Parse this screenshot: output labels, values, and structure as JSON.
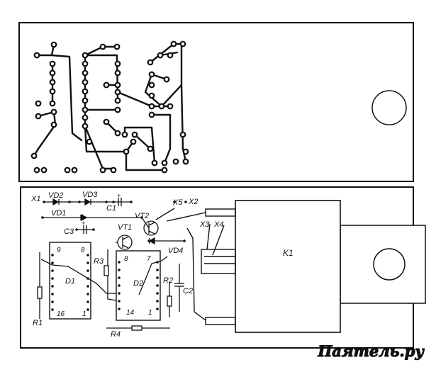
{
  "colors": {
    "ink": "#111111",
    "paper": "#ffffff"
  },
  "labels": {
    "x1": "X1",
    "vd2": "VD2",
    "vd3": "VD3",
    "c1": "C1",
    "x5": "X5",
    "x2": "X2",
    "vd1": "VD1",
    "vt2": "VT2",
    "c3": "C3",
    "vt1": "VT1",
    "x3": "X3",
    "x4": "X4",
    "vd4": "VD4",
    "k1": "K1",
    "d1": "D1",
    "d1_p9": "9",
    "d1_p8": "8",
    "d1_p16": "16",
    "d1_p1": "1",
    "r3": "R3",
    "d2": "D2",
    "d2_p8": "8",
    "d2_p7": "7",
    "d2_p14": "14",
    "d2_p1": "1",
    "r2": "R2",
    "c2": "C2",
    "r1": "R1",
    "r4": "R4",
    "c1_plus": "+",
    "c3_plus": "+"
  },
  "watermark": "Паяmель.ру"
}
